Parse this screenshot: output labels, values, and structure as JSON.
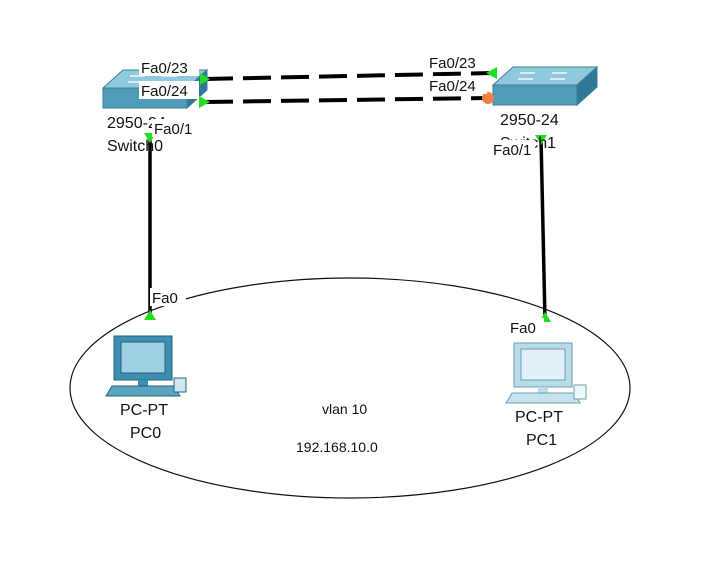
{
  "devices": {
    "switch0": {
      "model": "2950-24",
      "name": "Switch0"
    },
    "switch1": {
      "model": "2950-24",
      "name": "Switch1"
    },
    "pc0": {
      "type": "PC-PT",
      "name": "PC0"
    },
    "pc1": {
      "type": "PC-PT",
      "name": "PC1"
    }
  },
  "ports": {
    "sw0_fa0_23": "Fa0/23",
    "sw0_fa0_24": "Fa0/24",
    "sw0_fa0_1": "Fa0/1",
    "sw1_fa0_23": "Fa0/23",
    "sw1_fa0_24": "Fa0/24",
    "sw1_fa0_1": "Fa0/1",
    "pc0_fa0": "Fa0",
    "pc1_fa0": "Fa0"
  },
  "area": {
    "vlan": "vlan 10",
    "network": "192.168.10.0"
  },
  "colors": {
    "link_up": "#22dd22",
    "link_down": "#f08040",
    "switch_body": "#5aa5c0",
    "pc_body": "#3c8fb0"
  }
}
